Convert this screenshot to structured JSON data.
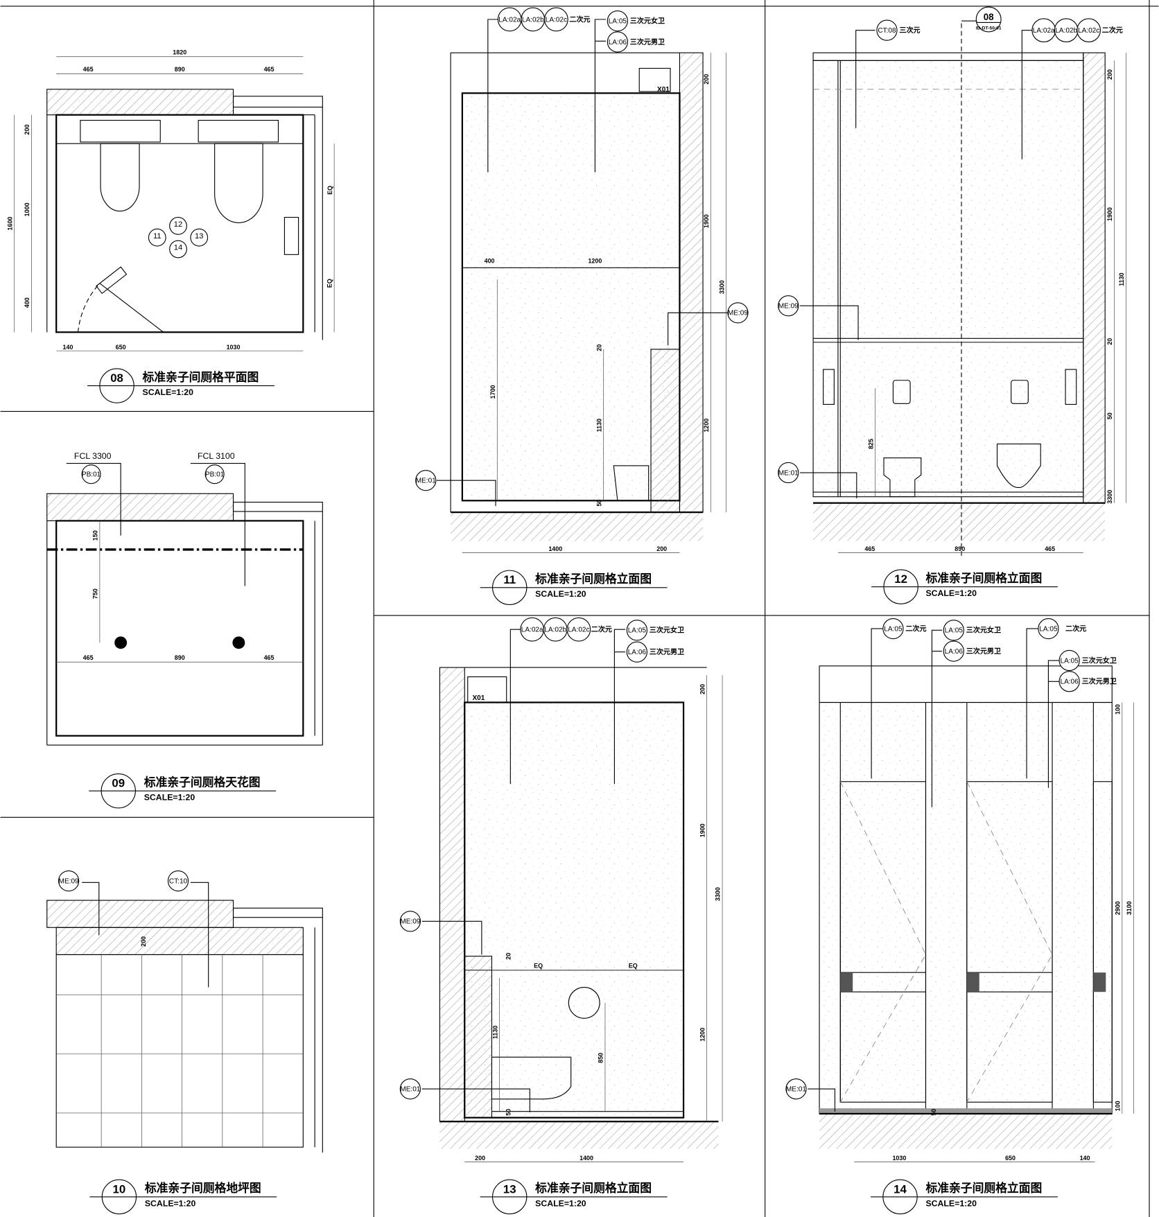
{
  "drawings": {
    "d08": {
      "num": "08",
      "title": "标准亲子间厕格平面图",
      "scale": "SCALE=1:20",
      "dims": [
        "1820",
        "465",
        "890",
        "465",
        "1600",
        "200",
        "1000",
        "400",
        "140",
        "650",
        "1030",
        "EQ",
        "EQ"
      ],
      "markers": [
        "11",
        "12",
        "13",
        "14"
      ]
    },
    "d09": {
      "num": "09",
      "title": "标准亲子间厕格天花图",
      "scale": "SCALE=1:20",
      "dims": [
        "150",
        "750",
        "465",
        "890",
        "465"
      ],
      "levels": [
        "FCL 3300",
        "FCL 3100"
      ],
      "tags": [
        "PB:01",
        "PB:01"
      ]
    },
    "d10": {
      "num": "10",
      "title": "标准亲子间厕格地坪图",
      "scale": "SCALE=1:20",
      "dims": [
        "200"
      ],
      "tags": [
        "ME:09",
        "CT:10"
      ]
    },
    "d11": {
      "num": "11",
      "title": "标准亲子间厕格立面图",
      "scale": "SCALE=1:20",
      "dims": [
        "200",
        "1900",
        "1200",
        "3300",
        "400",
        "1200",
        "1700",
        "1130",
        "20",
        "50",
        "1400",
        "200"
      ],
      "tags": [
        "LA:02a",
        "LA:02b",
        "LA:02c",
        "LA:05",
        "LA:06",
        "ME:09",
        "ME:01"
      ],
      "notes": [
        "二次元",
        "三次元女卫",
        "三次元男卫"
      ],
      "equip": "X01"
    },
    "d12": {
      "num": "12",
      "title": "标准亲子间厕格立面图",
      "scale": "SCALE=1:20",
      "dims": [
        "200",
        "1900",
        "20",
        "1130",
        "50",
        "3300",
        "825",
        "465",
        "890",
        "465"
      ],
      "tags": [
        "CT:08",
        "LA:02a",
        "LA:02b",
        "LA:02c",
        "ME:09",
        "ME:01"
      ],
      "notes": [
        "三次元",
        "二次元"
      ],
      "section": {
        "num": "08",
        "ref": "ID-DT-50-01"
      }
    },
    "d13": {
      "num": "13",
      "title": "标准亲子间厕格立面图",
      "scale": "SCALE=1:20",
      "dims": [
        "200",
        "1900",
        "1200",
        "3300",
        "EQ",
        "EQ",
        "1130",
        "850",
        "20",
        "50",
        "200",
        "1400"
      ],
      "tags": [
        "LA:02a",
        "LA:02b",
        "LA:02c",
        "LA:05",
        "LA:06",
        "ME:09",
        "ME:01"
      ],
      "notes": [
        "二次元",
        "三次元女卫",
        "三次元男卫"
      ],
      "equip": "X01"
    },
    "d14": {
      "num": "14",
      "title": "标准亲子间厕格立面图",
      "scale": "SCALE=1:20",
      "dims": [
        "100",
        "2900",
        "100",
        "3100",
        "50",
        "1030",
        "650",
        "140"
      ],
      "tags": [
        "LA:05",
        "LA:05",
        "LA:06",
        "LA:05",
        "LA:05",
        "LA:06",
        "ME:01"
      ],
      "notes": [
        "二次元",
        "三次元女卫",
        "三次元男卫",
        "二次元",
        "三次元女卫",
        "三次元男卫"
      ]
    }
  }
}
